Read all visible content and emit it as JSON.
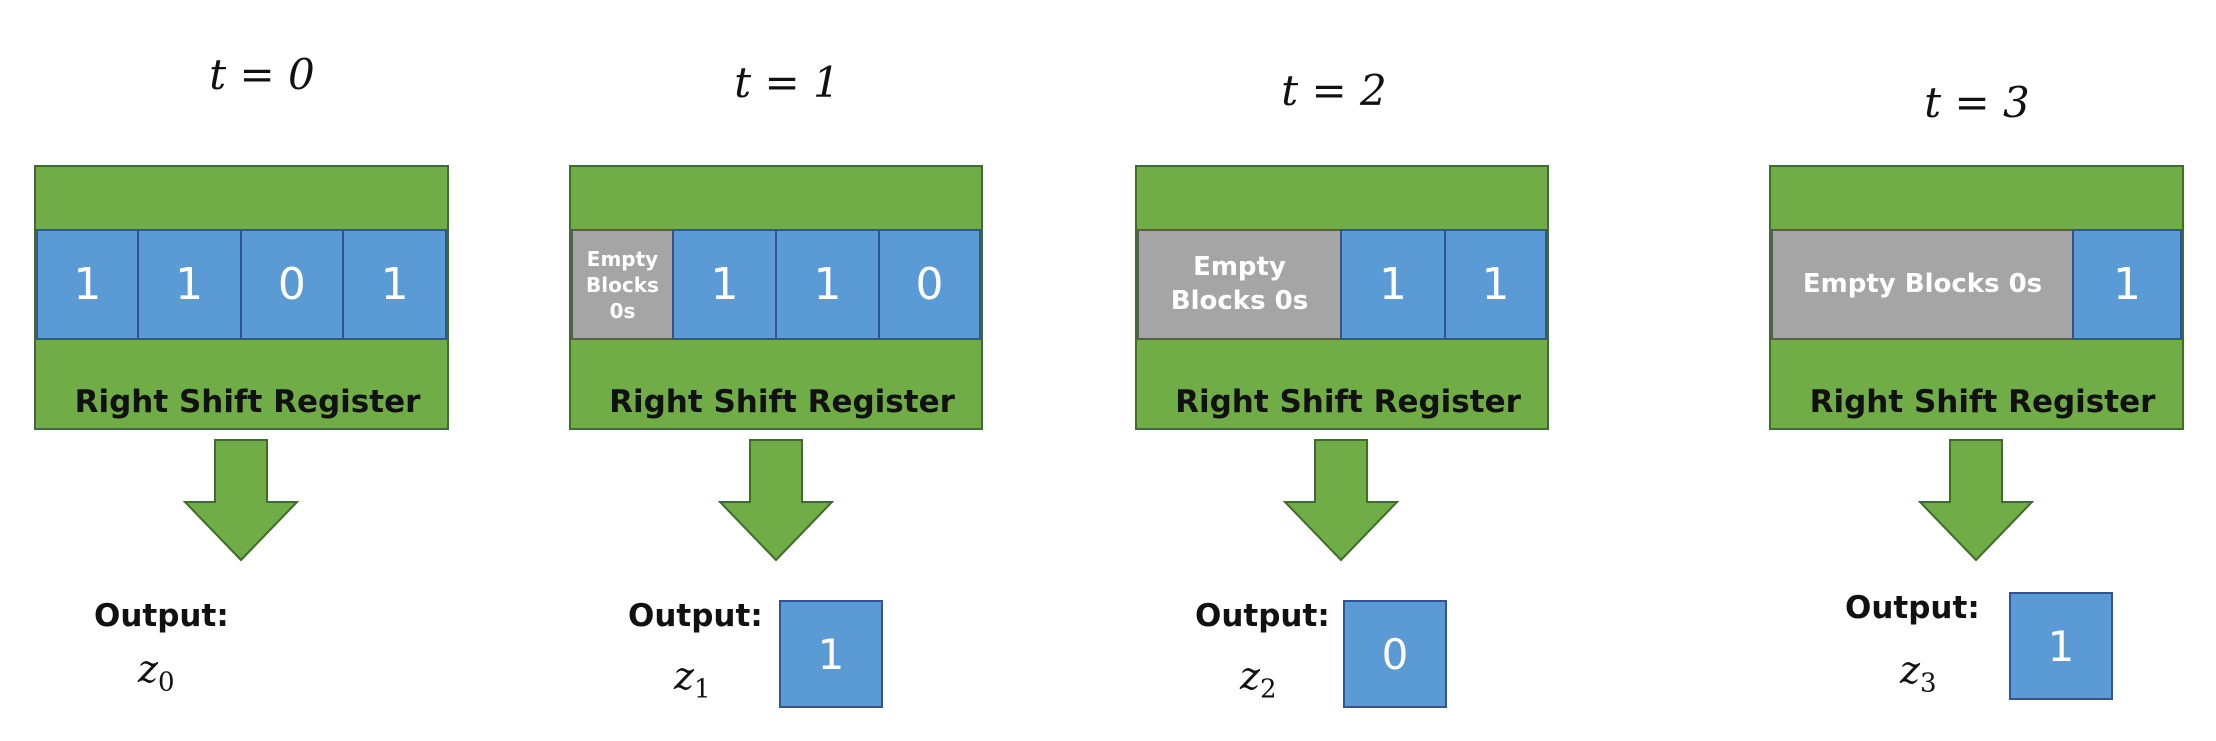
{
  "panels": [
    {
      "time_label": "t = 0",
      "cells": [
        {
          "kind": "bit",
          "text": "1"
        },
        {
          "kind": "bit",
          "text": "1"
        },
        {
          "kind": "bit",
          "text": "0"
        },
        {
          "kind": "bit",
          "text": "1"
        }
      ],
      "register_label": "Right Shift Register",
      "output_label": "Output:",
      "output_symbol": "z",
      "output_subscript": "0",
      "output_value": ""
    },
    {
      "time_label": "t = 1",
      "cells": [
        {
          "kind": "empty",
          "text": "Empty Blocks 0s"
        },
        {
          "kind": "bit",
          "text": "1"
        },
        {
          "kind": "bit",
          "text": "1"
        },
        {
          "kind": "bit",
          "text": "0"
        }
      ],
      "register_label": "Right Shift Register",
      "output_label": "Output:",
      "output_symbol": "z",
      "output_subscript": "1",
      "output_value": "1"
    },
    {
      "time_label": "t = 2",
      "cells": [
        {
          "kind": "empty",
          "text": "Empty Blocks 0s"
        },
        {
          "kind": "bit",
          "text": "1"
        },
        {
          "kind": "bit",
          "text": "1"
        }
      ],
      "register_label": "Right Shift Register",
      "output_label": "Output:",
      "output_symbol": "z",
      "output_subscript": "2",
      "output_value": "0"
    },
    {
      "time_label": "t = 3",
      "cells": [
        {
          "kind": "empty",
          "text": "Empty Blocks 0s"
        },
        {
          "kind": "bit",
          "text": "1"
        }
      ],
      "register_label": "Right Shift Register",
      "output_label": "Output:",
      "output_symbol": "z",
      "output_subscript": "3",
      "output_value": "1"
    }
  ],
  "colors": {
    "register_green": "#70AD47",
    "arrow_green": "#70AD47",
    "bit_blue": "#5B9BD5",
    "empty_gray": "#A5A5A5"
  },
  "icons": {
    "arrow": "down-arrow-icon"
  }
}
